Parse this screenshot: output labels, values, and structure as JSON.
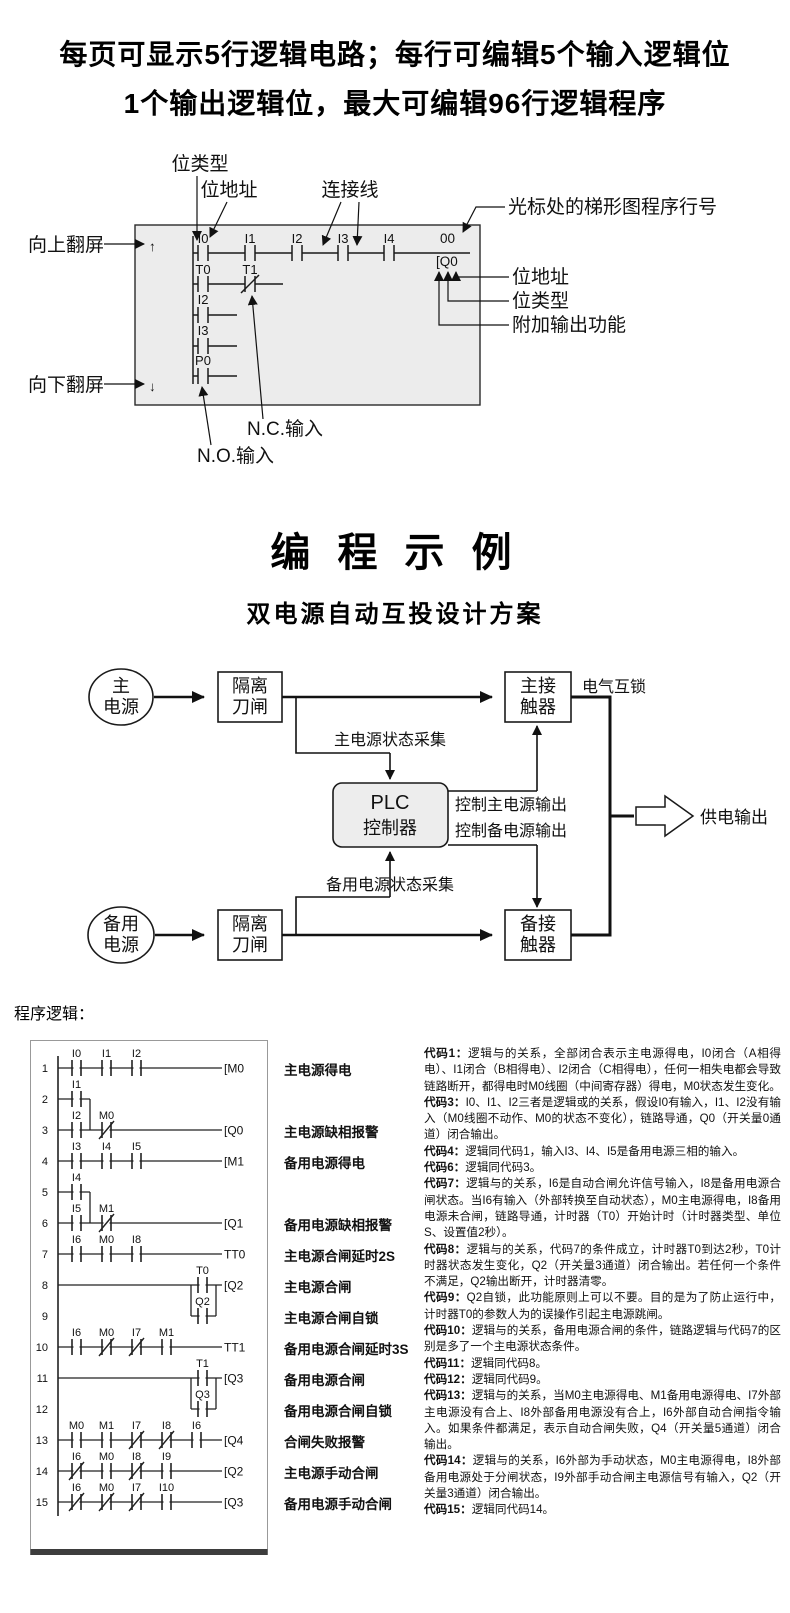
{
  "header": {
    "line1": "每页可显示5行逻辑电路；每行可编辑5个输入逻辑位",
    "line2": "1个输出逻辑位，最大可编辑96行逻辑程序"
  },
  "screen_diagram": {
    "annotations": {
      "bit_type_top": "位类型",
      "bit_address_top": "位地址",
      "connection_line": "连接线",
      "cursor_line_number": "光标处的梯形图程序行号",
      "page_up": "向上翻屏",
      "page_down": "向下翻屏",
      "bit_address_right": "位地址",
      "bit_type_right": "位类型",
      "extra_output_function": "附加输出功能",
      "nc_input": "N.C.输入",
      "no_input": "N.O.输入"
    },
    "screen": {
      "up_arrow": "↑",
      "down_arrow": "↓",
      "row1_contacts": [
        "I0",
        "I1",
        "I2",
        "I3",
        "I4"
      ],
      "line_number": "00",
      "output": "[Q0",
      "row2_contacts": [
        "T0",
        "T1"
      ],
      "left_contacts": [
        "I2",
        "I3",
        "P0"
      ]
    }
  },
  "example": {
    "title": "编 程 示 例",
    "subtitle": "双电源自动互投设计方案"
  },
  "flow": {
    "main_power": [
      "主",
      "电源"
    ],
    "backup_power": [
      "备用",
      "电源"
    ],
    "isolator_top": [
      "隔离",
      "刀闸"
    ],
    "isolator_bottom": [
      "隔离",
      "刀闸"
    ],
    "main_contactor": [
      "主接",
      "触器"
    ],
    "backup_contactor": [
      "备接",
      "触器"
    ],
    "plc": [
      "PLC",
      "控制器"
    ],
    "electrical_interlock": "电气互锁",
    "main_status": "主电源状态采集",
    "backup_status": "备用电源状态采集",
    "ctrl_main": "控制主电源输出",
    "ctrl_backup": "控制备电源输出",
    "supply_output": "供电输出"
  },
  "program": {
    "heading": "程序逻辑：",
    "ladder": {
      "rungs": [
        {
          "no": "1",
          "contacts": [
            {
              "t": "I0",
              "col": 0
            },
            {
              "t": "I1",
              "col": 1
            },
            {
              "t": "I2",
              "col": 2
            }
          ],
          "out": "[M0"
        },
        {
          "no": "2",
          "contacts": [
            {
              "t": "I1",
              "col": 0
            }
          ],
          "branch": "down"
        },
        {
          "no": "3",
          "contacts": [
            {
              "t": "I2",
              "col": 0
            },
            {
              "t": "M0",
              "col": 1,
              "nc": true
            }
          ],
          "out": "[Q0"
        },
        {
          "no": "4",
          "contacts": [
            {
              "t": "I3",
              "col": 0
            },
            {
              "t": "I4",
              "col": 1
            },
            {
              "t": "I5",
              "col": 2
            }
          ],
          "out": "[M1"
        },
        {
          "no": "5",
          "contacts": [
            {
              "t": "I4",
              "col": 0
            }
          ],
          "branch": "down"
        },
        {
          "no": "6",
          "contacts": [
            {
              "t": "I5",
              "col": 0
            },
            {
              "t": "M1",
              "col": 1,
              "nc": true
            }
          ],
          "out": "[Q1"
        },
        {
          "no": "7",
          "contacts": [
            {
              "t": "I6",
              "col": 0
            },
            {
              "t": "M0",
              "col": 1
            },
            {
              "t": "I8",
              "col": 2
            }
          ],
          "out": "TT0"
        },
        {
          "no": "8",
          "contacts": [
            {
              "t": "T0",
              "col": 4.2
            }
          ],
          "out": "[Q2"
        },
        {
          "no": "9",
          "contacts": [
            {
              "t": "Q2",
              "col": 4.2
            }
          ],
          "branch": "up"
        },
        {
          "no": "10",
          "contacts": [
            {
              "t": "I6",
              "col": 0
            },
            {
              "t": "M0",
              "col": 1,
              "nc": true
            },
            {
              "t": "I7",
              "col": 2,
              "nc": true
            },
            {
              "t": "M1",
              "col": 3
            }
          ],
          "out": "TT1"
        },
        {
          "no": "11",
          "contacts": [
            {
              "t": "T1",
              "col": 4.2
            }
          ],
          "out": "[Q3"
        },
        {
          "no": "12",
          "contacts": [
            {
              "t": "Q3",
              "col": 4.2
            }
          ],
          "branch": "up"
        },
        {
          "no": "13",
          "contacts": [
            {
              "t": "M0",
              "col": 0
            },
            {
              "t": "M1",
              "col": 1
            },
            {
              "t": "I7",
              "col": 2,
              "nc": true
            },
            {
              "t": "I8",
              "col": 3,
              "nc": true
            },
            {
              "t": "I6",
              "col": 4
            }
          ],
          "out": "[Q4"
        },
        {
          "no": "14",
          "contacts": [
            {
              "t": "I6",
              "col": 0,
              "nc": true
            },
            {
              "t": "M0",
              "col": 1
            },
            {
              "t": "I8",
              "col": 2,
              "nc": true
            },
            {
              "t": "I9",
              "col": 3
            }
          ],
          "out": "[Q2"
        },
        {
          "no": "15",
          "contacts": [
            {
              "t": "I6",
              "col": 0,
              "nc": true
            },
            {
              "t": "M0",
              "col": 1,
              "nc": true
            },
            {
              "t": "I7",
              "col": 2,
              "nc": true
            },
            {
              "t": "I10",
              "col": 3
            }
          ],
          "out": "[Q3"
        }
      ]
    },
    "rung_labels": [
      {
        "rung": 1,
        "text": "主电源得电"
      },
      {
        "rung": 3,
        "text": "主电源缺相报警"
      },
      {
        "rung": 4,
        "text": "备用电源得电"
      },
      {
        "rung": 6,
        "text": "备用电源缺相报警"
      },
      {
        "rung": 7,
        "text": "主电源合闸延时2S"
      },
      {
        "rung": 8,
        "text": "主电源合闸"
      },
      {
        "rung": 9,
        "text": "主电源合闸自锁"
      },
      {
        "rung": 10,
        "text": "备用电源合闸延时3S"
      },
      {
        "rung": 11,
        "text": "备用电源合闸"
      },
      {
        "rung": 12,
        "text": "备用电源合闸自锁"
      },
      {
        "rung": 13,
        "text": "合闸失败报警"
      },
      {
        "rung": 14,
        "text": "主电源手动合闸"
      },
      {
        "rung": 15,
        "text": "备用电源手动合闸"
      }
    ],
    "codes": [
      {
        "label": "代码1：",
        "text": "逻辑与的关系，全部闭合表示主电源得电，I0闭合（A相得电）、I1闭合（B相得电）、I2闭合（C相得电），任何一相失电都会导致链路断开，都得电时M0线圈（中间寄存器）得电，M0状态发生变化。"
      },
      {
        "label": "代码3：",
        "text": "I0、I1、I2三者是逻辑或的关系，假设I0有输入，I1、I2没有输入（M0线圈不动作、M0的状态不变化），链路导通，Q0（开关量0通道）闭合输出。"
      },
      {
        "label": "代码4：",
        "text": "逻辑同代码1，输入I3、I4、I5是备用电源三相的输入。"
      },
      {
        "label": "代码6：",
        "text": "逻辑同代码3。"
      },
      {
        "label": "代码7：",
        "text": "逻辑与的关系，I6是自动合闸允许信号输入，I8是备用电源合闸状态。当I6有输入（外部转换至自动状态），M0主电源得电，I8备用电源未合闸，链路导通，计时器（T0）开始计时（计时器类型、单位S、设置值2秒）。"
      },
      {
        "label": "代码8：",
        "text": "逻辑与的关系，代码7的条件成立，计时器T0到达2秒，T0计时器状态发生变化，Q2（开关量3通道）闭合输出。若任何一个条件不满足，Q2输出断开，计时器清零。"
      },
      {
        "label": "代码9：",
        "text": "Q2自锁，此功能原则上可以不要。目的是为了防止运行中，计时器T0的参数人为的误操作引起主电源跳闸。"
      },
      {
        "label": "代码10：",
        "text": "逻辑与的关系，备用电源合闸的条件，链路逻辑与代码7的区别是多了一个主电源状态条件。"
      },
      {
        "label": "代码11：",
        "text": "逻辑同代码8。"
      },
      {
        "label": "代码12：",
        "text": "逻辑同代码9。"
      },
      {
        "label": "代码13：",
        "text": "逻辑与的关系，当M0主电源得电、M1备用电源得电、I7外部主电源没有合上、I8外部备用电源没有合上，I6外部自动合闸指令输入。如果条件都满足，表示自动合闸失败，Q4（开关量5通道）闭合输出。"
      },
      {
        "label": "代码14：",
        "text": "逻辑与的关系，I6外部为手动状态，M0主电源得电，I8外部备用电源处于分闸状态，I9外部手动合闸主电源信号有输入，Q2（开关量3通道）闭合输出。"
      },
      {
        "label": "代码15：",
        "text": "逻辑同代码14。"
      }
    ]
  }
}
